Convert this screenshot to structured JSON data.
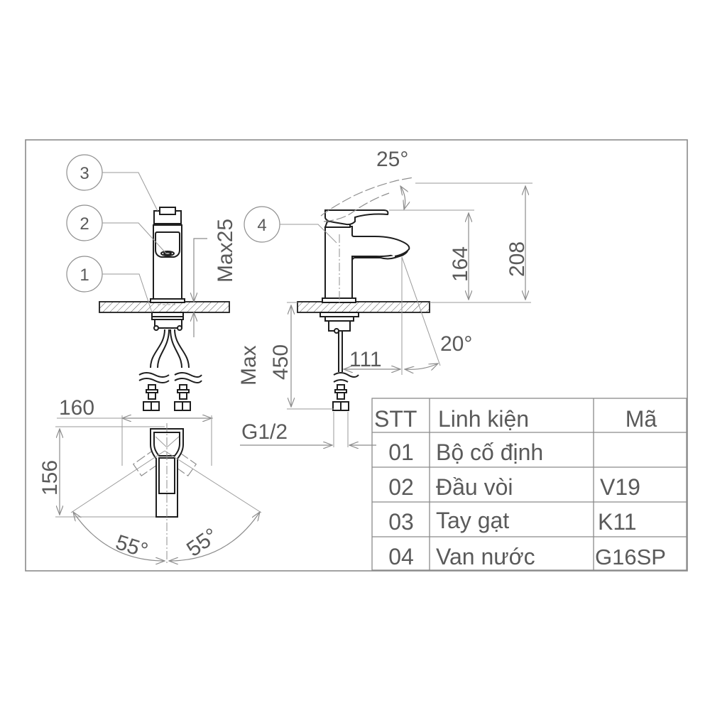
{
  "drawing": {
    "title": "Faucet installation technical drawing",
    "colors": {
      "text": "#5a5a5a",
      "object_line": "#1e1e1e",
      "dimension_line": "#8c8c8c",
      "frame": "#8a8a8a",
      "background": "#ffffff"
    },
    "balloons": [
      {
        "id": "1",
        "label": "1"
      },
      {
        "id": "2",
        "label": "2"
      },
      {
        "id": "3",
        "label": "3"
      },
      {
        "id": "4",
        "label": "4"
      }
    ],
    "dimensions": {
      "max25": "Max25",
      "angle_handle": "25°",
      "height_164": "164",
      "height_208": "208",
      "angle_spout": "20°",
      "reach_111": "111",
      "max450_a": "Max",
      "max450_b": "450",
      "thread": "G1/2",
      "width_160": "160",
      "depth_156": "156",
      "angle_left": "55°",
      "angle_right": "55°"
    }
  },
  "parts_table": {
    "headers": {
      "stt": "STT",
      "component": "Linh kiện",
      "code": "Mã"
    },
    "rows": [
      {
        "stt": "01",
        "component": "Bộ cố định",
        "code": ""
      },
      {
        "stt": "02",
        "component": "Đầu vòi",
        "code": "V19"
      },
      {
        "stt": "03",
        "component": "Tay gạt",
        "code": "K11"
      },
      {
        "stt": "04",
        "component": "Van nước",
        "code": "G16SP"
      }
    ]
  }
}
